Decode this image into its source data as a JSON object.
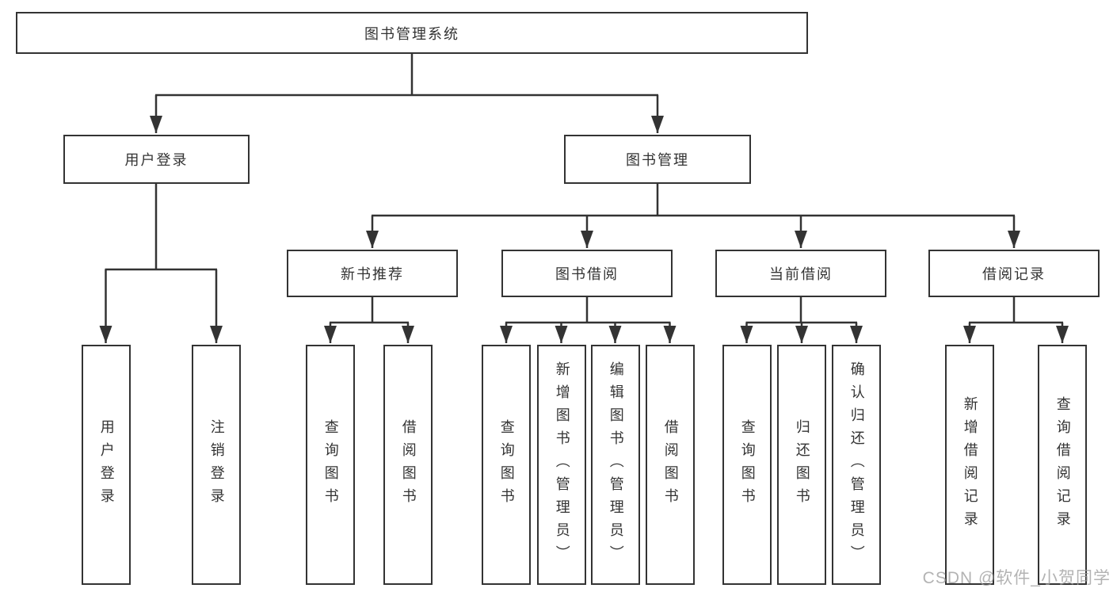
{
  "root": {
    "label": "图书管理系统"
  },
  "level2": [
    {
      "label": "用户登录",
      "children": [
        {
          "label": "用户登录"
        },
        {
          "label": "注销登录"
        }
      ]
    },
    {
      "label": "图书管理",
      "children": [
        {
          "label": "新书推荐",
          "children": [
            {
              "label": "查询图书"
            },
            {
              "label": "借阅图书"
            }
          ]
        },
        {
          "label": "图书借阅",
          "children": [
            {
              "label": "查询图书"
            },
            {
              "label": "新增图书（管理员）"
            },
            {
              "label": "编辑图书（管理员）"
            },
            {
              "label": "借阅图书"
            }
          ]
        },
        {
          "label": "当前借阅",
          "children": [
            {
              "label": "查询图书"
            },
            {
              "label": "归还图书"
            },
            {
              "label": "确认归还（管理员）"
            }
          ]
        },
        {
          "label": "借阅记录",
          "children": [
            {
              "label": "新增借阅记录"
            },
            {
              "label": "查询借阅记录"
            }
          ]
        }
      ]
    }
  ],
  "watermark": "CSDN @软件_小贺同学",
  "colors": {
    "line": "#333333",
    "box_border": "#333333",
    "text": "#333333",
    "watermark": "#9e9e9e",
    "background": "#ffffff"
  }
}
